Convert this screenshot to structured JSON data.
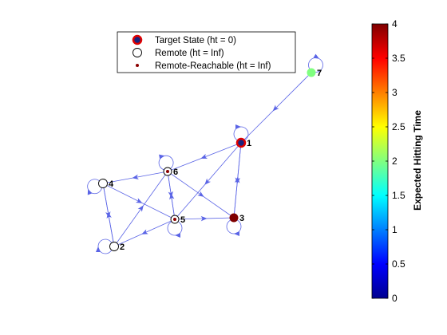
{
  "legend": {
    "items": [
      {
        "label": "Target State (ht = 0)",
        "marker": "target"
      },
      {
        "label": "Remote (ht = Inf)",
        "marker": "remote"
      },
      {
        "label": "Remote-Reachable (ht = Inf)",
        "marker": "remote-reachable"
      }
    ]
  },
  "colorbar": {
    "title": "Expected Hitting Time",
    "ticks": [
      "0",
      "0.5",
      "1",
      "1.5",
      "2",
      "2.5",
      "3",
      "3.5",
      "4"
    ],
    "min": 0,
    "max": 4,
    "colormap": "jet"
  },
  "graph": {
    "nodes": [
      {
        "id": "1",
        "label": "1",
        "kind": "target",
        "ht": 0
      },
      {
        "id": "2",
        "label": "2",
        "kind": "remote"
      },
      {
        "id": "3",
        "label": "3",
        "kind": "value",
        "ht": 4
      },
      {
        "id": "4",
        "label": "4",
        "kind": "remote"
      },
      {
        "id": "5",
        "label": "5",
        "kind": "remote-reachable"
      },
      {
        "id": "6",
        "label": "6",
        "kind": "remote-reachable"
      },
      {
        "id": "7",
        "label": "7",
        "kind": "value",
        "ht": 2
      }
    ],
    "edges": [
      {
        "from": "7",
        "to": "1"
      },
      {
        "from": "1",
        "to": "6"
      },
      {
        "from": "1",
        "to": "3"
      },
      {
        "from": "3",
        "to": "1"
      },
      {
        "from": "1",
        "to": "5"
      },
      {
        "from": "5",
        "to": "3"
      },
      {
        "from": "6",
        "to": "4"
      },
      {
        "from": "4",
        "to": "5"
      },
      {
        "from": "4",
        "to": "2"
      },
      {
        "from": "2",
        "to": "4"
      },
      {
        "from": "2",
        "to": "6"
      },
      {
        "from": "5",
        "to": "2"
      },
      {
        "from": "6",
        "to": "5"
      },
      {
        "from": "5",
        "to": "6"
      },
      {
        "from": "6",
        "to": "3"
      }
    ],
    "self_loops": [
      "1",
      "2",
      "3",
      "4",
      "5",
      "6",
      "7"
    ]
  },
  "colors": {
    "edge": "#5a64e6",
    "target_fill": "#1a237e",
    "target_ring": "#e00000",
    "remote_reachable_dot": "#8b0000"
  }
}
